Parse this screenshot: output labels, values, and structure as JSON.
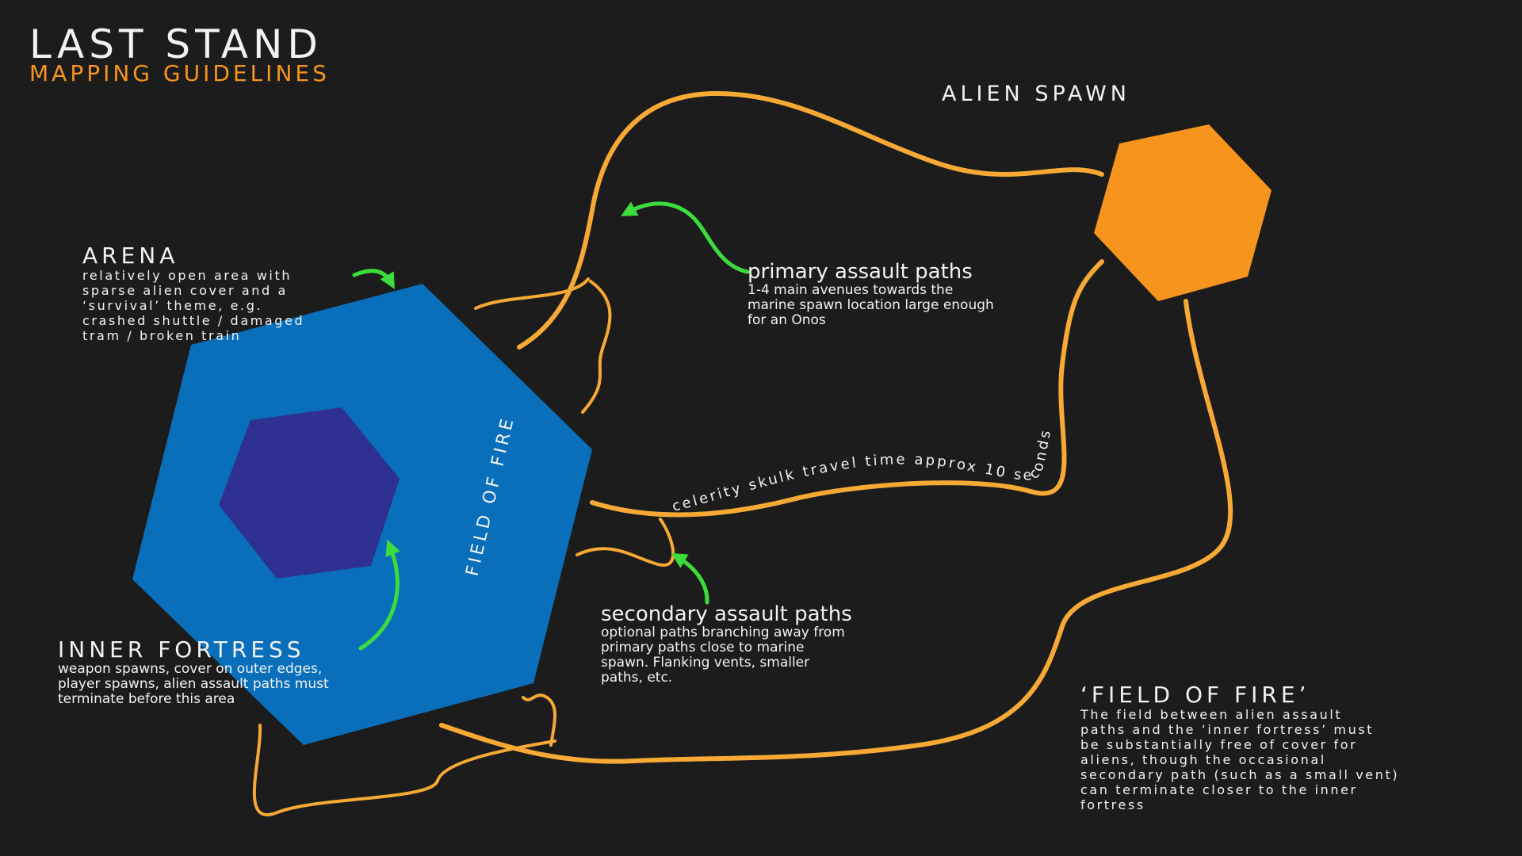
{
  "header": {
    "title": "LAST STAND",
    "subtitle": "MAPPING GUIDELINES"
  },
  "colors": {
    "background": "#1c1c1c",
    "path": "#f6a935",
    "alien_spawn": "#f7941d",
    "arena": "#0a6fba",
    "inner_fortress": "#2e3192",
    "arrow": "#3ddc3d"
  },
  "labels": {
    "alien_spawn": "ALIEN SPAWN",
    "field_of_fire_rotated": "FIELD OF FIRE",
    "travel_time": "celerity skulk travel time approx 10 seconds"
  },
  "arena": {
    "heading": "ARENA",
    "body": "relatively open area with\nsparse alien cover and a\n‘survival’ theme, e.g.\ncrashed shuttle / damaged\ntram / broken train"
  },
  "primary": {
    "heading": "primary assault paths",
    "body": "1-4 main avenues towards the\nmarine spawn location large enough\nfor an Onos"
  },
  "secondary": {
    "heading": "secondary assault paths",
    "body": "optional paths branching away from\nprimary paths close to marine\nspawn. Flanking vents, smaller\npaths, etc."
  },
  "inner_fortress": {
    "heading": "INNER FORTRESS",
    "body": "weapon spawns, cover on outer edges,\nplayer spawns, alien assault paths must\nterminate before this area"
  },
  "field_of_fire": {
    "heading": "‘FIELD OF FIRE’",
    "body": "The field between alien assault\npaths and the ‘inner fortress’ must\nbe substantially free of cover for\naliens, though the occasional\nsecondary path (such as a small vent)\ncan terminate closer to the inner\nfortress"
  }
}
